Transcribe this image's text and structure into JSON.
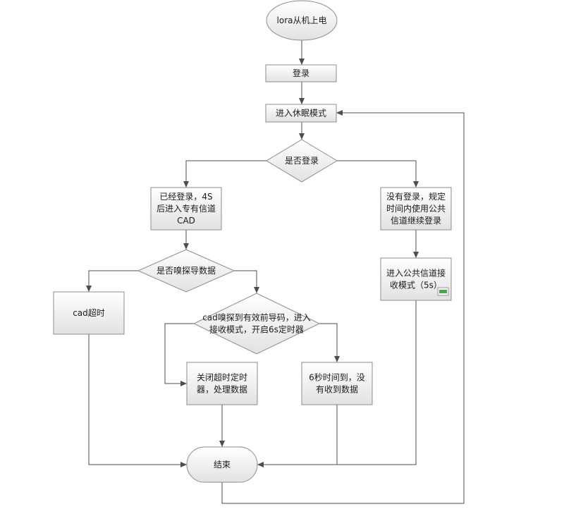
{
  "nodes": {
    "start": {
      "lines": [
        "lora从机上电"
      ]
    },
    "login": {
      "lines": [
        "登录"
      ]
    },
    "sleep_mode": {
      "lines": [
        "进入休眠模式"
      ]
    },
    "is_logged_in": {
      "lines": [
        "是否登录"
      ]
    },
    "logged_in": {
      "lines": [
        "已经登录，4S",
        "后进入专有信道",
        "CAD"
      ]
    },
    "not_logged_in": {
      "lines": [
        "没有登录，规定",
        "时间内使用公共",
        "信道继续登录"
      ]
    },
    "sniff_decision": {
      "lines": [
        "是否嗅探导数据"
      ]
    },
    "public_receive": {
      "lines": [
        "进入公共信道接",
        "收模式（5s）"
      ]
    },
    "cad_timeout": {
      "lines": [
        "cad超时"
      ]
    },
    "valid_preamble": {
      "lines": [
        "cad嗅探到有效前导码，进入",
        "接收模式，开启6s定时器"
      ]
    },
    "close_timer": {
      "lines": [
        "关闭超时定时",
        "器，处理数据"
      ]
    },
    "six_sec": {
      "lines": [
        "6秒时间到，没",
        "有收到数据"
      ]
    },
    "end": {
      "lines": [
        "结束"
      ]
    }
  },
  "colors": {
    "fill_top": "#ffffff",
    "fill_bottom": "#e4e4e4",
    "border": "#8c8c8c",
    "connector": "#4d4d4d",
    "badge": "#3cb043"
  },
  "icons": {
    "badge": "green-bar-icon"
  }
}
